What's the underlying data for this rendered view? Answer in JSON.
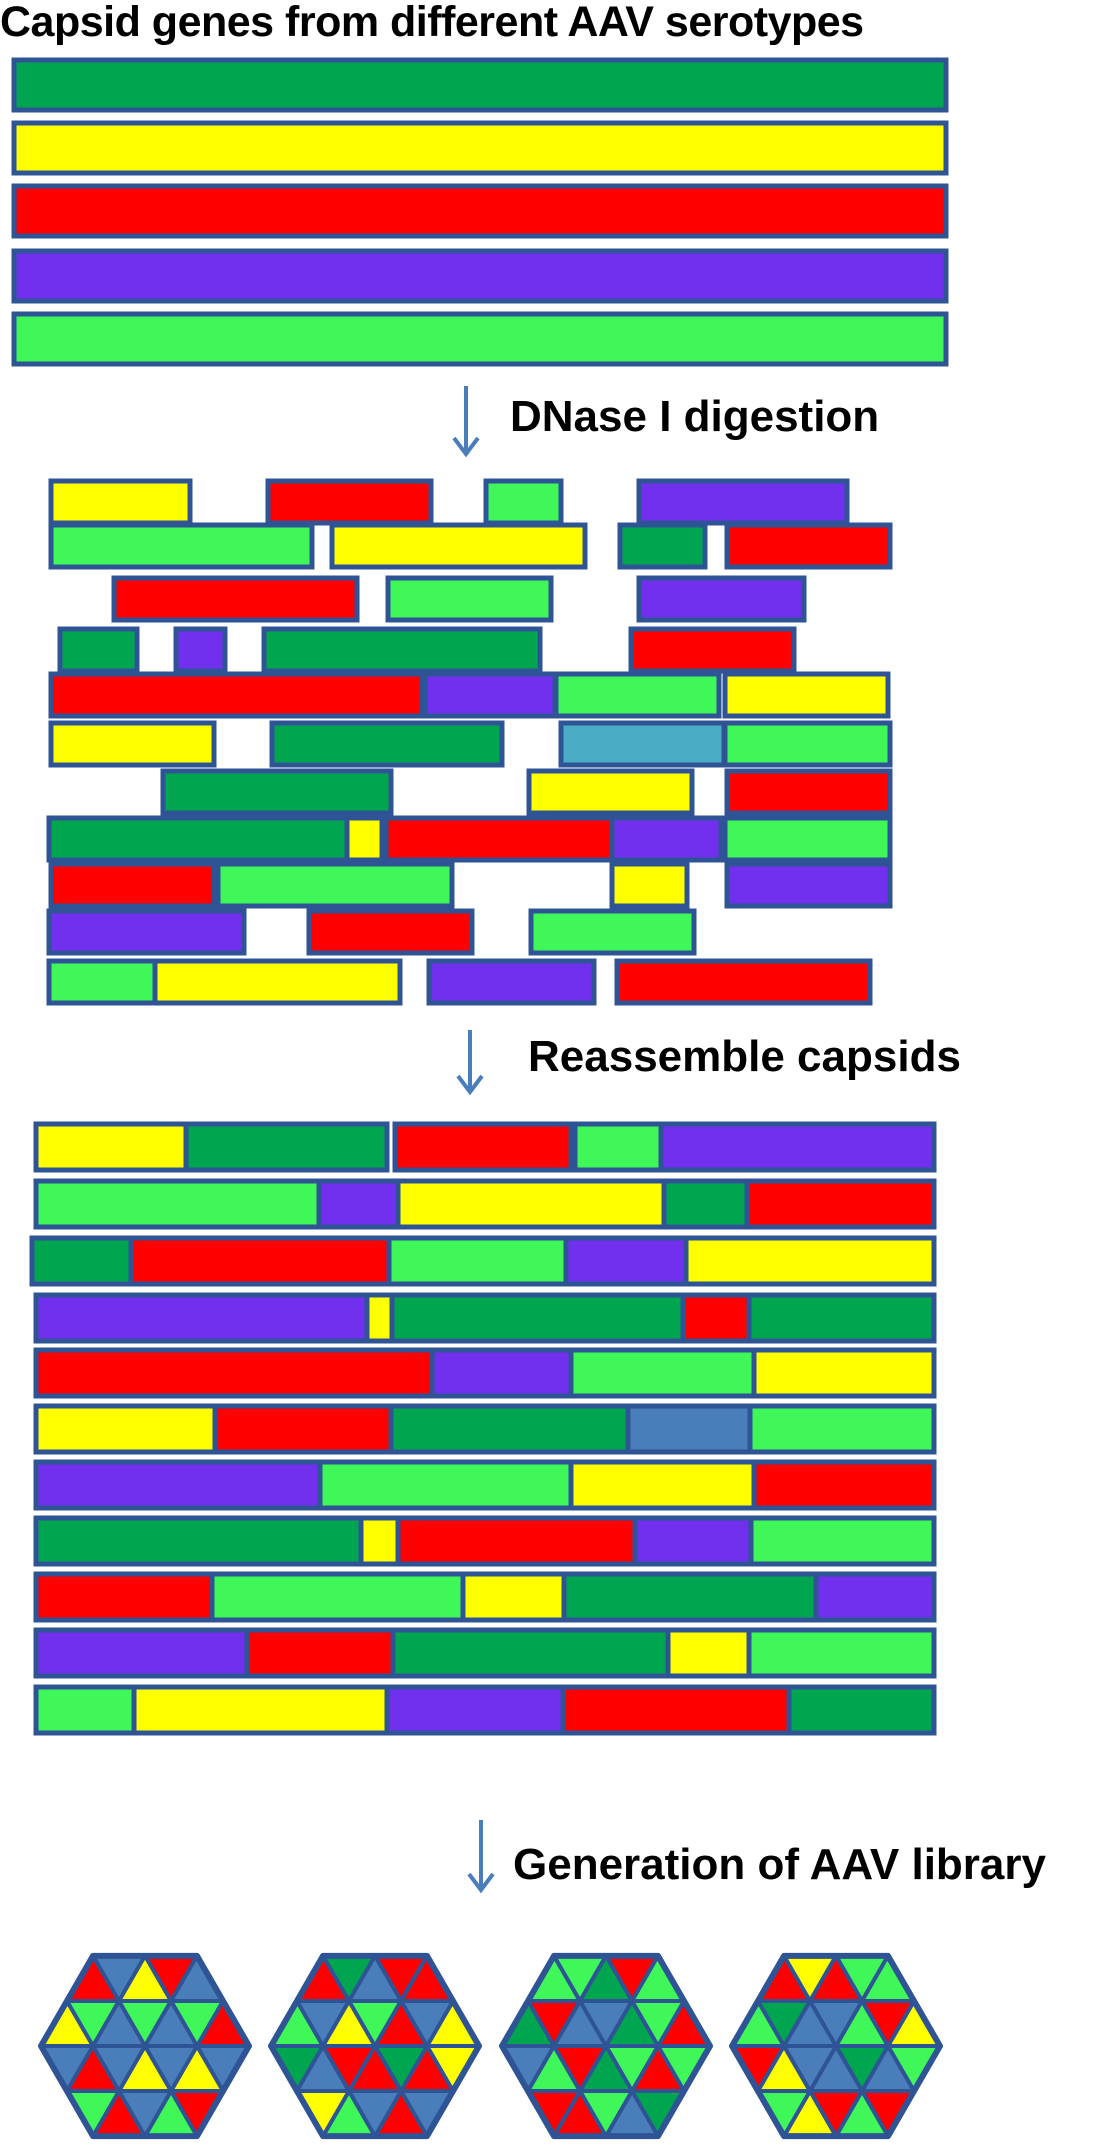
{
  "title": "Capsid genes from different AAV serotypes",
  "steps": {
    "digestion": "DNase I digestion",
    "reassembly": "Reassemble capsids",
    "library": "Generation of AAV library"
  },
  "colors": {
    "dark_green": "#00a64f",
    "yellow": "#ffff00",
    "red": "#ff0000",
    "purple": "#7030ee",
    "light_green": "#3ff758",
    "teal": "#4bacc6",
    "steel_blue": "#4a7ebb",
    "outline": "#2f5496",
    "arrow": "#4a7ebb"
  },
  "source_genes": [
    "dark_green",
    "yellow",
    "red",
    "purple",
    "light_green"
  ],
  "fragment_palette": [
    "dark_green",
    "yellow",
    "red",
    "purple",
    "light_green",
    "teal"
  ],
  "reassembled_palette": [
    "dark_green",
    "yellow",
    "red",
    "purple",
    "light_green",
    "steel_blue"
  ],
  "capsid_count": 4,
  "capsid_palette": [
    "steel_blue",
    "red",
    "yellow",
    "light_green",
    "dark_green"
  ]
}
